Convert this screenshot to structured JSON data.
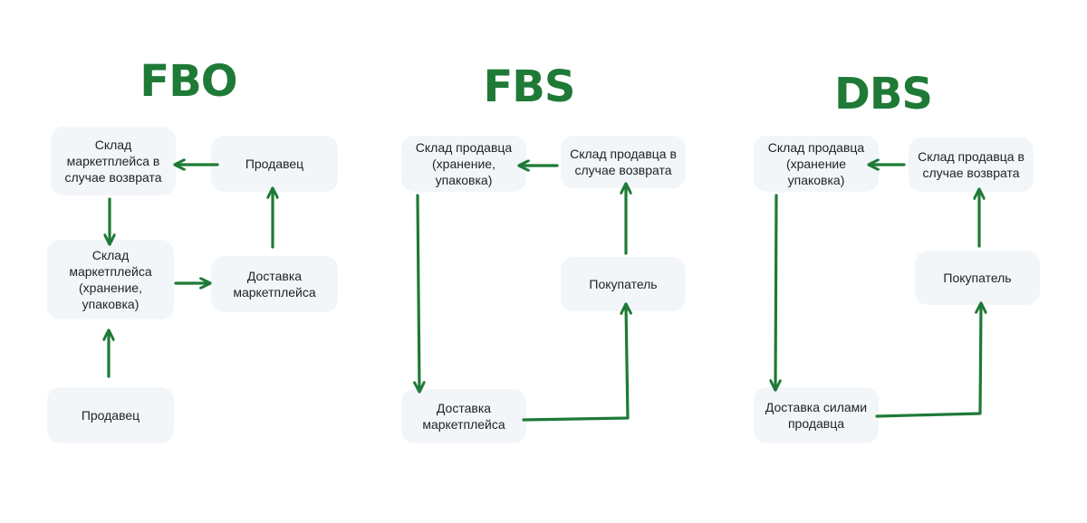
{
  "colors": {
    "accent": "#1e7a36",
    "box_bg": "#f3f6f9"
  },
  "fbo": {
    "title": "FBO",
    "boxes": {
      "return_warehouse": "Склад\nмаркетплейса в\nслучае возврата",
      "seller_top": "Продавец",
      "storage": "Склад\nмаркетплейса\n(хранение,\nупаковка)",
      "delivery": "Доставка\nмаркетплейса",
      "seller_bottom": "Продавец"
    }
  },
  "fbs": {
    "title": "FBS",
    "boxes": {
      "seller_warehouse": "Склад продавца\n(хранение,\nупаковка)",
      "return_warehouse": "Склад продавца в\nслучае возврата",
      "buyer": "Покупатель",
      "delivery": "Доставка\nмаркетплейса"
    }
  },
  "dbs": {
    "title": "DBS",
    "boxes": {
      "seller_warehouse": "Склад продавца\n(хранение\nупаковка)",
      "return_warehouse": "Склад продавца в\nслучае возврата",
      "buyer": "Покупатель",
      "delivery": "Доставка силами\nпродавца"
    }
  }
}
